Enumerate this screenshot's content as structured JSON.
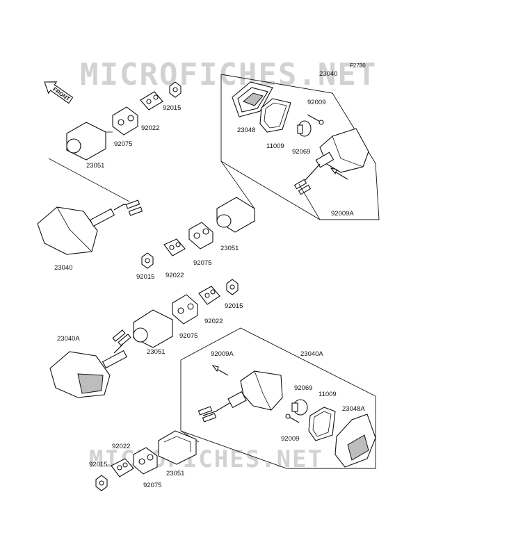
{
  "watermark": {
    "top": "MICROFICHES.NET",
    "bottom": "MICROFICHES.NET"
  },
  "figure_code": "F2730",
  "front_label": "FRONT",
  "part_labels": {
    "p23040_top": "23040",
    "p92009_top": "92009",
    "p23048": "23048",
    "p11009_top": "11009",
    "p92069_top": "92069",
    "p92009A_top": "92009A",
    "p92015_a": "92015",
    "p92022_a": "92022",
    "p92075_a": "92075",
    "p23051_a": "23051",
    "p23040_left": "23040",
    "p23051_b": "23051",
    "p92075_b": "92075",
    "p92022_b": "92022",
    "p92015_b": "92015",
    "p92015_c": "92015",
    "p92022_c": "92022",
    "p92075_c": "92075",
    "p23051_c": "23051",
    "p23040A_left": "23040A",
    "p92009A_bot": "92009A",
    "p23040A_bot": "23040A",
    "p92069_bot": "92069",
    "p11009_bot": "11009",
    "p23048A": "23048A",
    "p92009_bot": "92009",
    "p92022_d": "92022",
    "p92015_d": "92015",
    "p92075_d": "92075",
    "p23051_d": "23051"
  }
}
